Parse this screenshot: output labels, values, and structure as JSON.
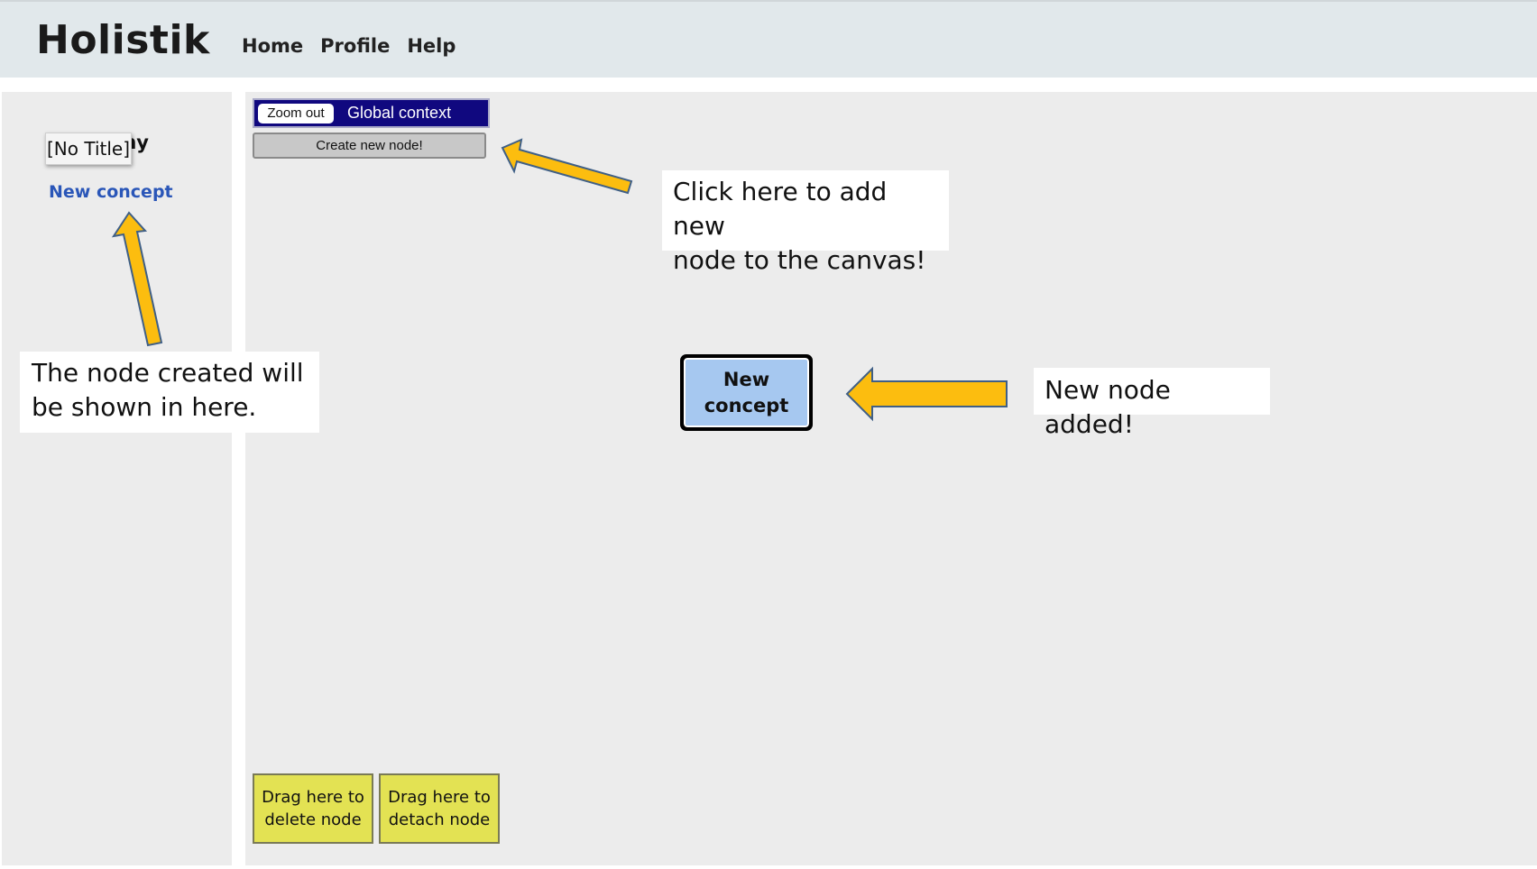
{
  "app": {
    "brand": "Holistik",
    "nav": [
      "Home",
      "Profile",
      "Help"
    ]
  },
  "sidebar": {
    "heading": "Hierarchy",
    "tooltip": "[No Title]",
    "items": [
      {
        "label": "New concept"
      }
    ]
  },
  "canvas": {
    "zoom_out_label": "Zoom out",
    "context_title": "Global context",
    "create_button_label": "Create new node!",
    "node": {
      "line1": "New",
      "line2": "concept"
    },
    "drop_zones": {
      "delete": {
        "line1": "Drag here to",
        "line2": "delete node"
      },
      "detach": {
        "line1": "Drag here to",
        "line2": "detach node"
      }
    }
  },
  "annotations": {
    "create_tip": {
      "line1": "Click here to add new",
      "line2": "node to the canvas!"
    },
    "sidebar_tip": {
      "line1": "The node created will",
      "line2": "be shown in here."
    },
    "node_tip": "New node added!"
  },
  "colors": {
    "header_bg": "#e1e8eb",
    "context_bar": "#10087f",
    "node_fill": "#a6c8f0",
    "drop_zone": "#e3e253",
    "arrow_fill": "#fcbd0f",
    "arrow_stroke": "#3f5f86",
    "link": "#2a56b8"
  }
}
